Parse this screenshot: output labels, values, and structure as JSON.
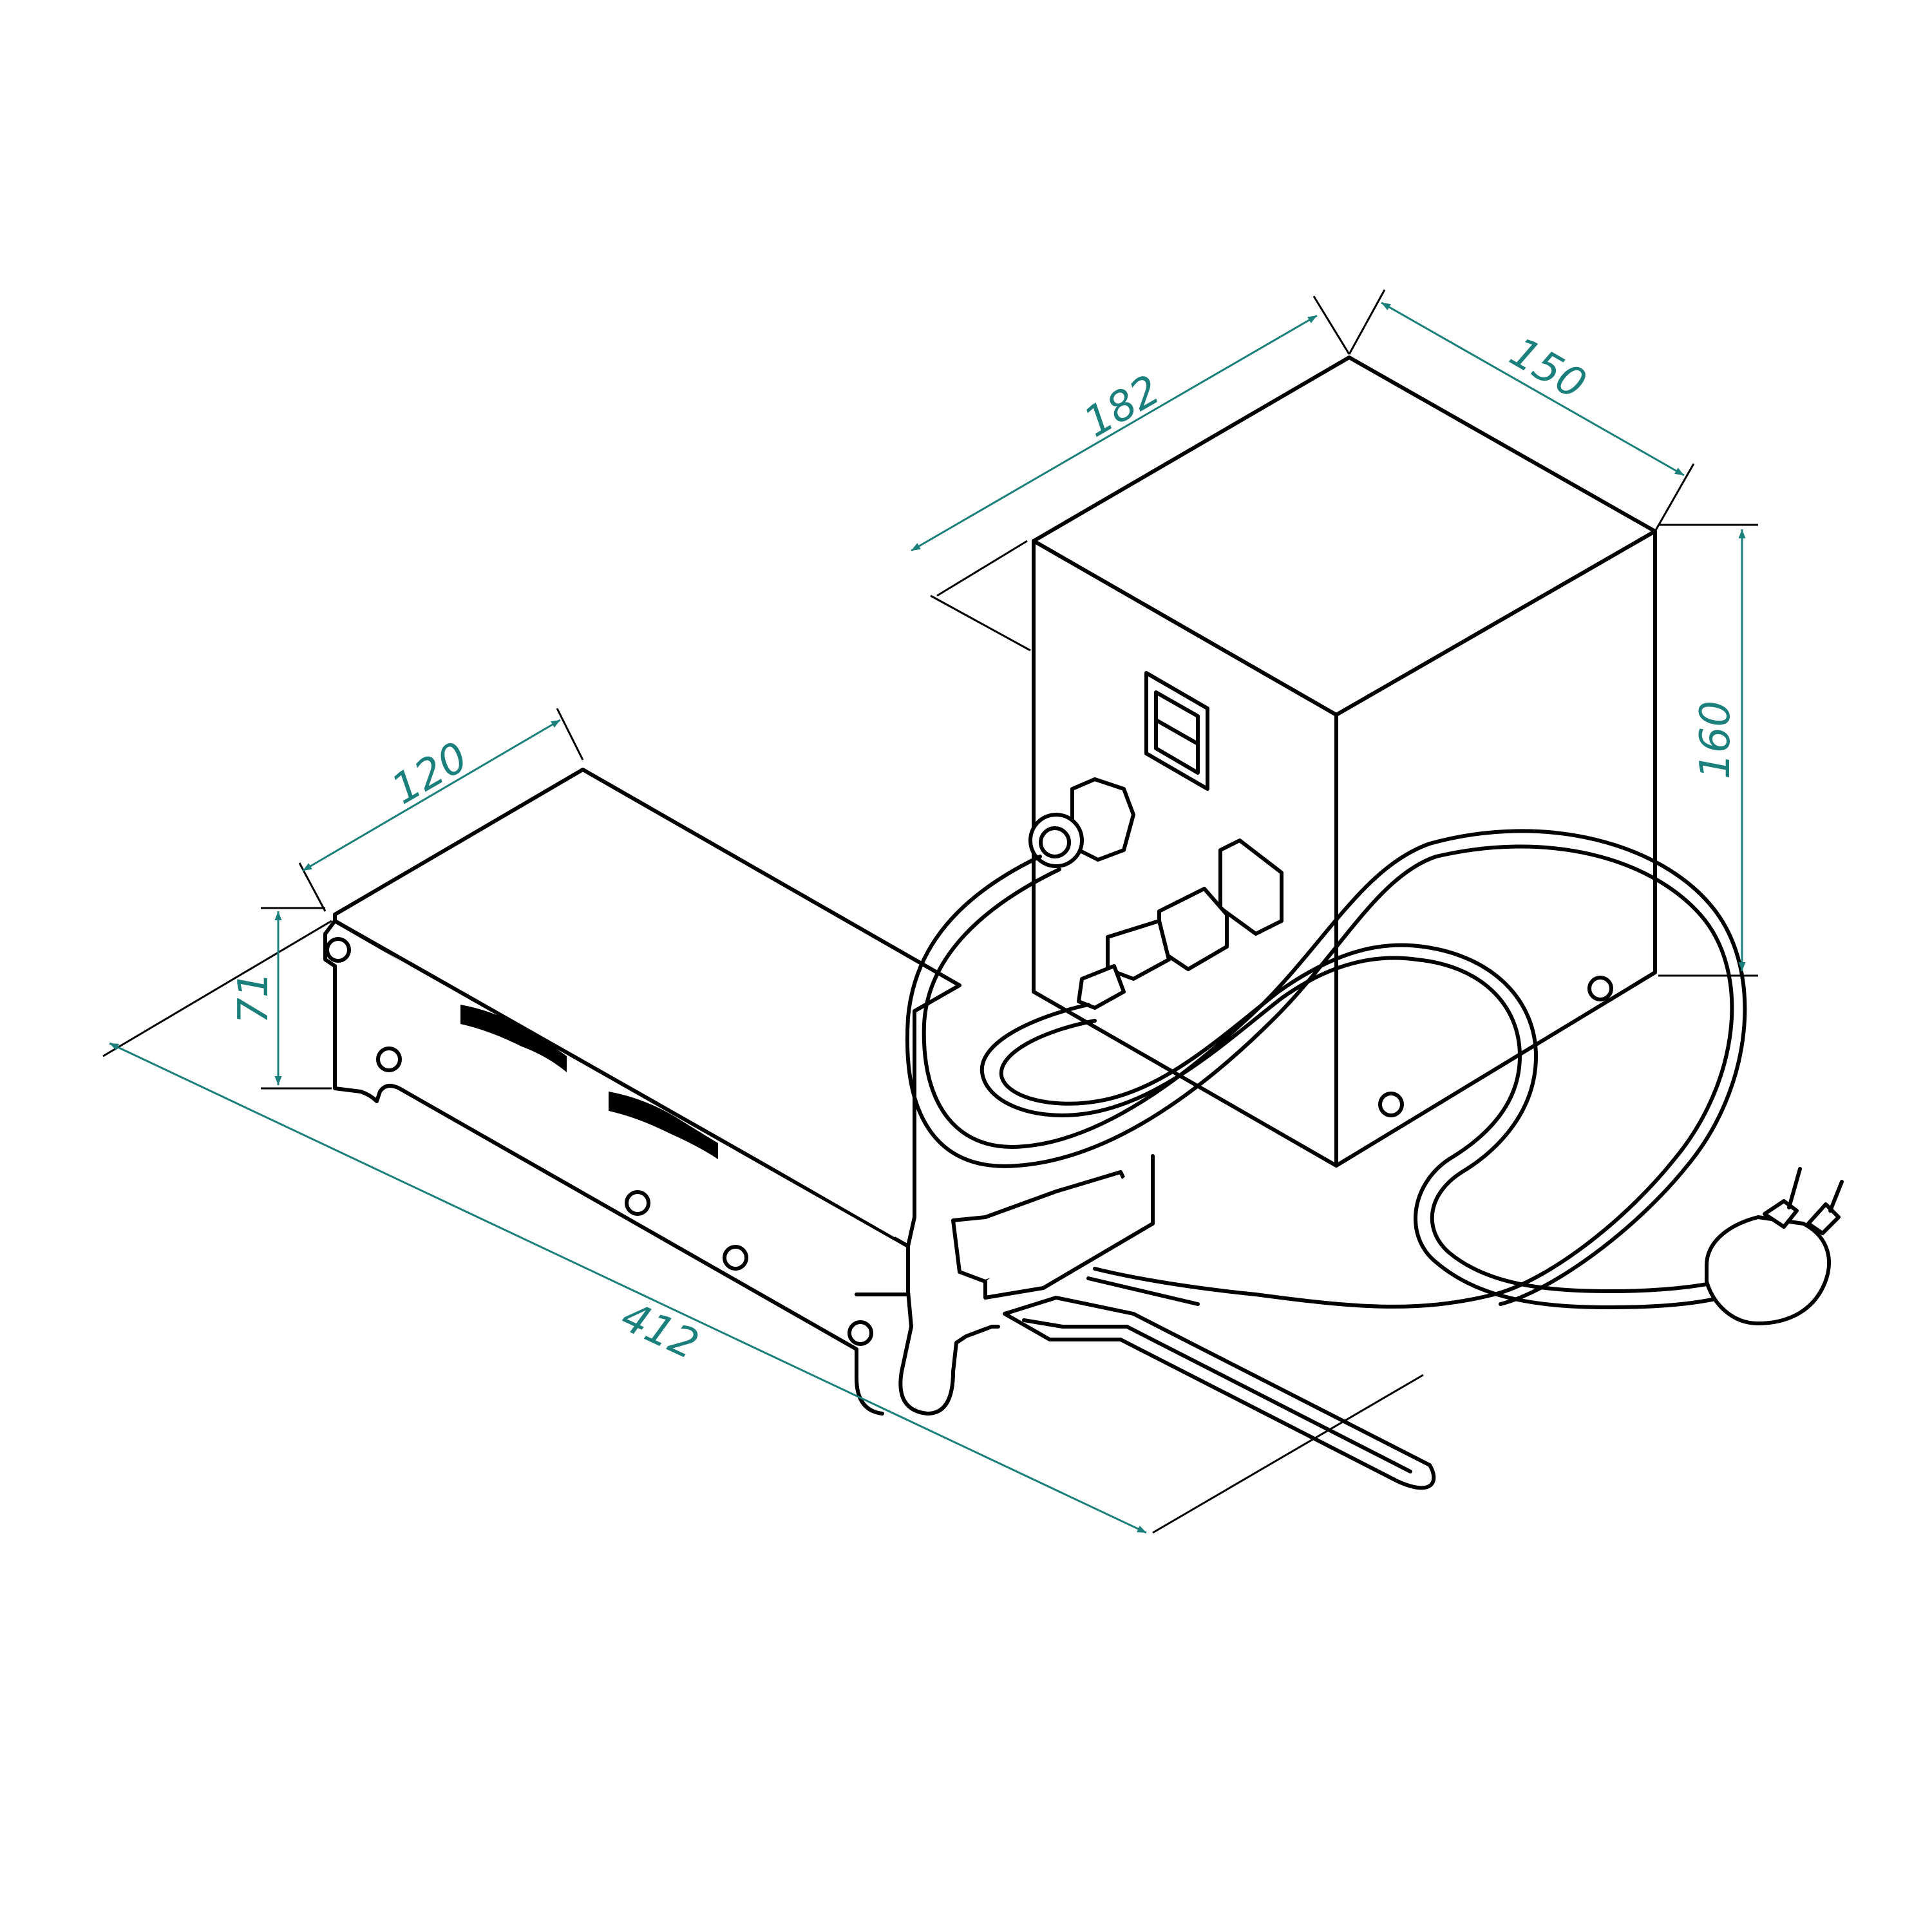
{
  "dimensions": {
    "total_length": "412",
    "base_width": "120",
    "base_height": "71",
    "box_length": "182",
    "box_width": "150",
    "box_height": "160"
  },
  "colors": {
    "dimension": "#1b7f7c",
    "outline": "#000000",
    "background": "#ffffff"
  },
  "icons": [
    "rocker-switch-icon",
    "cable-gland-icon",
    "connector-plug-icon",
    "mains-plug-icon"
  ]
}
